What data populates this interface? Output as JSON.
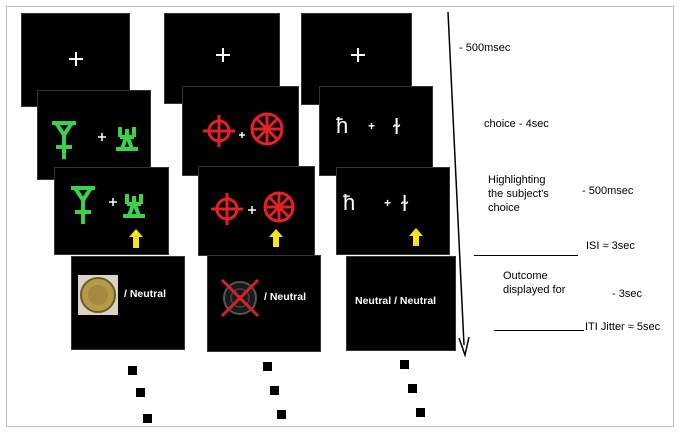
{
  "colors": {
    "screen_bg": "#000000",
    "green_symbol": "#39d34a",
    "red_symbol": "#e52121",
    "highlight_arrow": "#f5e31b",
    "fixation": "#ffffff"
  },
  "stimuli": {
    "fixation_symbol": "+",
    "hebrew_left": "ħ",
    "hebrew_right": "ɫ"
  },
  "outcomes": {
    "col1": "/ Neutral",
    "col2": "/ Neutral",
    "col3": "Neutral / Neutral"
  },
  "timeline": {
    "fixation": "- 500msec",
    "choice": "choice   - 4sec",
    "highlight_line1": "Highlighting",
    "highlight_line2": "the subject's",
    "highlight_line3": "choice",
    "highlight_time": "- 500msec",
    "isi": "ISI ≈ 3sec",
    "outcome_line1": "Outcome",
    "outcome_line2": "displayed for",
    "outcome_time": "- 3sec",
    "iti": "ITI Jitter  ≈ 5sec"
  }
}
